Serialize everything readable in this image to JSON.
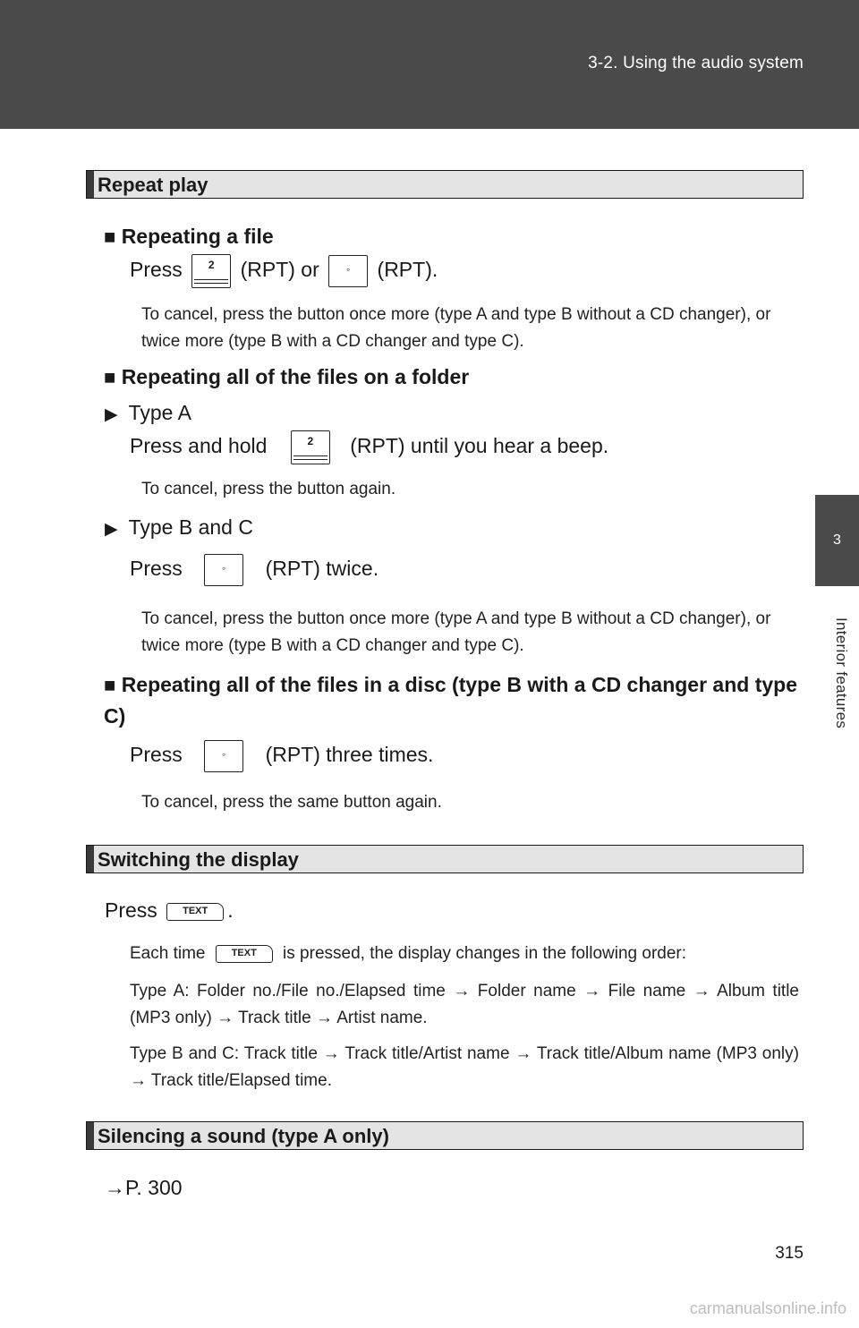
{
  "header": {
    "title": "3-2. Using the audio system"
  },
  "side": {
    "chapter": "3",
    "label": "Interior features"
  },
  "sections": {
    "repeat": {
      "title": "Repeat play",
      "file": {
        "heading": "Repeating a file",
        "press": "Press",
        "rpt_or": "(RPT) or",
        "rpt_end": "(RPT).",
        "note": "To cancel, press the button once more (type A and type B without a CD changer), or twice more (type B with a CD changer and type C)."
      },
      "folder": {
        "heading": "Repeating all of the files on a folder",
        "type_a": "Type A",
        "press_hold": "Press and hold",
        "rpt_beep": "(RPT) until you hear a beep.",
        "note_a": "To cancel, press the button again.",
        "type_bc": "Type B and C",
        "press": "Press",
        "rpt_twice": "(RPT) twice.",
        "note_bc": "To cancel, press the button once more (type A and type B without a CD changer), or twice more (type B with a CD changer and type C)."
      },
      "disc": {
        "heading": "Repeating all of the files in a disc (type B with a CD changer and type C)",
        "press": "Press",
        "rpt_three": "(RPT) three times.",
        "note": "To cancel, press the same button again."
      }
    },
    "display": {
      "title": "Switching the display",
      "press": "Press",
      "period": ".",
      "each_time": "Each time",
      "each_time_rest": "is pressed, the display changes in the following order:",
      "type_a": "Type A: Folder no./File no./Elapsed time → Folder name → File name → Album title (MP3 only) → Track title → Artist name.",
      "type_bc": "Type B and C: Track title → Track title/Artist name → Track title/Album name (MP3 only) → Track title/Elapsed time."
    },
    "silence": {
      "title": "Silencing a sound (type A only)",
      "ref": "→P. 300"
    }
  },
  "keys": {
    "num": "2",
    "dot": "◦",
    "text": "TEXT"
  },
  "bullets": {
    "square": "■",
    "triangle": "▶"
  },
  "page_number": "315",
  "watermark": "carmanualsonline.info"
}
